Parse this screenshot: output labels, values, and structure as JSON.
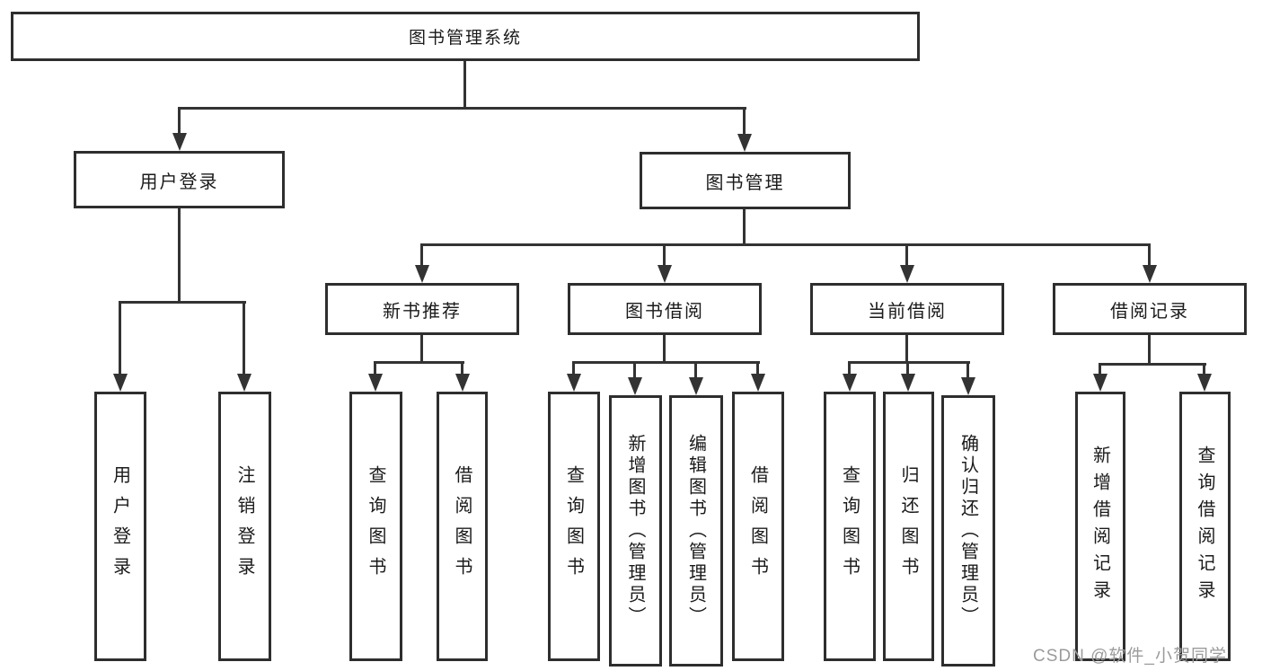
{
  "root": {
    "label": "图书管理系统"
  },
  "level2": {
    "user_login": {
      "label": "用户登录"
    },
    "book_management": {
      "label": "图书管理"
    }
  },
  "user_login_children": [
    {
      "label": "用户登录"
    },
    {
      "label": "注销登录"
    }
  ],
  "book_management_groups": [
    {
      "label": "新书推荐",
      "children": [
        {
          "label": "查询图书"
        },
        {
          "label": "借阅图书"
        }
      ]
    },
    {
      "label": "图书借阅",
      "children": [
        {
          "label": "查询图书"
        },
        {
          "label": "新增图书（管理员）"
        },
        {
          "label": "编辑图书（管理员）"
        },
        {
          "label": "借阅图书"
        }
      ]
    },
    {
      "label": "当前借阅",
      "children": [
        {
          "label": "查询图书"
        },
        {
          "label": "归还图书"
        },
        {
          "label": "确认归还（管理员）"
        }
      ]
    },
    {
      "label": "借阅记录",
      "children": [
        {
          "label": "新增借阅记录"
        },
        {
          "label": "查询借阅记录"
        }
      ]
    }
  ],
  "watermark": {
    "text": "CSDN @软件_小贺同学"
  },
  "colors": {
    "line": "#333333",
    "box_border": "#2e2e2e",
    "text": "#1a1a1a",
    "watermark": "#9b9b9b",
    "background": "#ffffff"
  }
}
